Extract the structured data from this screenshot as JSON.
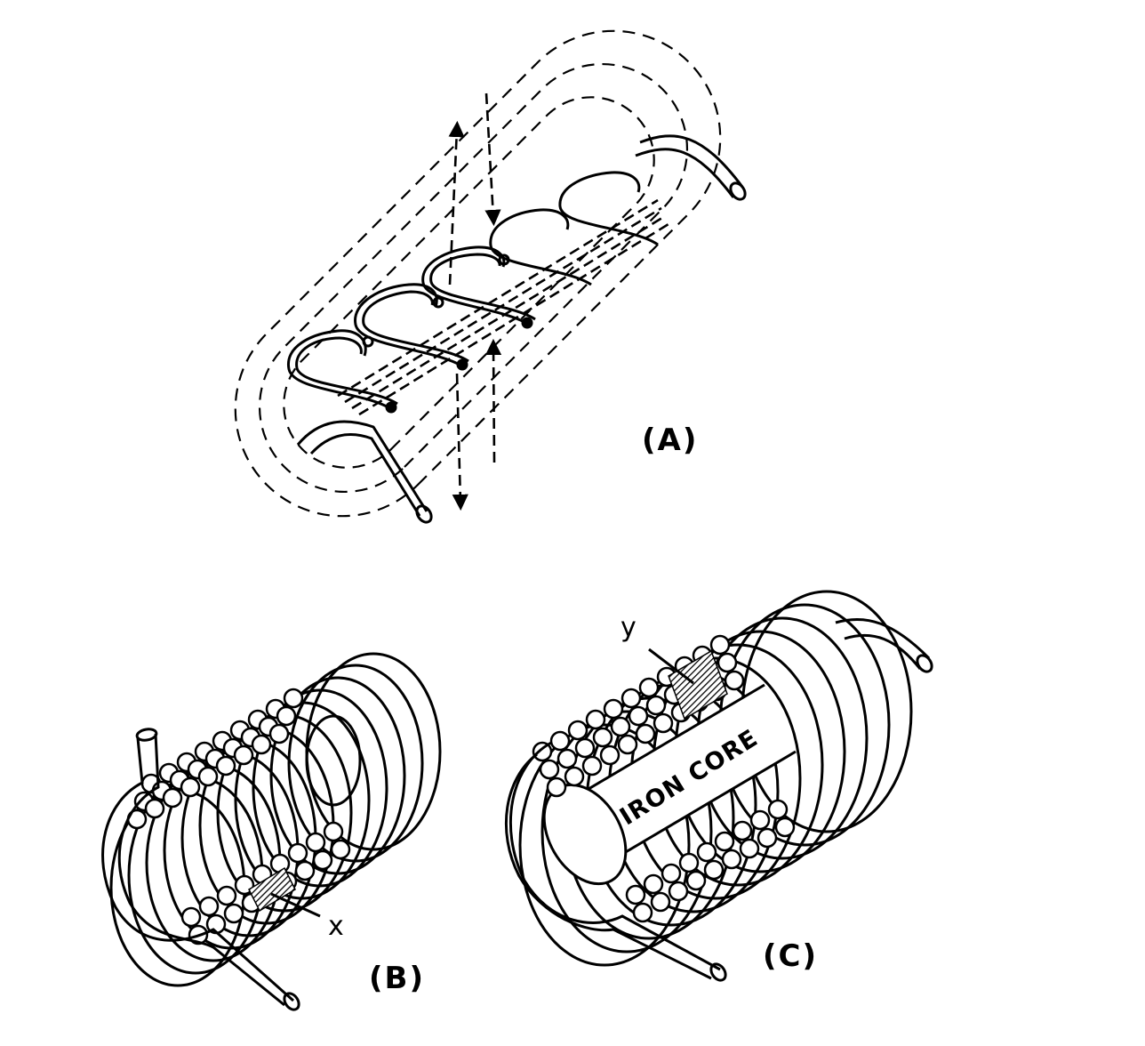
{
  "panels": {
    "a": {
      "label": "(A)"
    },
    "b": {
      "label": "(B)",
      "marker": "x"
    },
    "c": {
      "label": "(C)",
      "marker": "y",
      "core_label": "IRON CORE"
    }
  },
  "colors": {
    "ink": "#000000",
    "paper": "#ffffff",
    "dense_fill": "#3a3a3a"
  }
}
